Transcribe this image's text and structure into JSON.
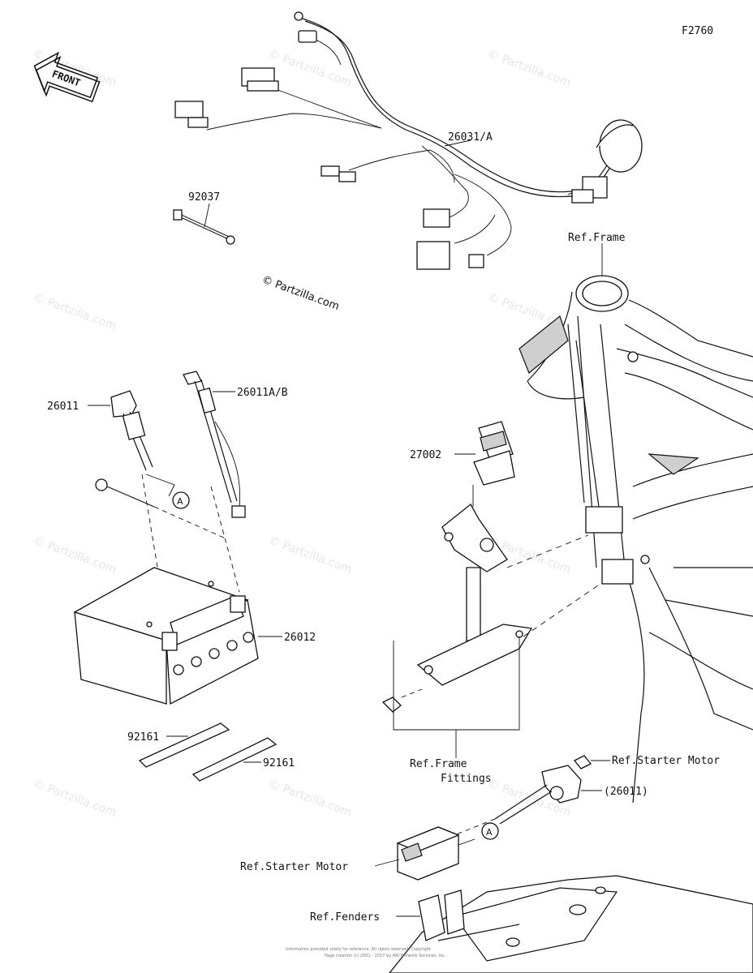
{
  "diagram": {
    "figure_code": "F2760",
    "front_label": "FRONT",
    "copyright": "© Partzilla.com",
    "watermark": "© Partzilla.com",
    "callout_circle": "A"
  },
  "labels": {
    "harness": "26031/A",
    "bolt": "92037",
    "ref_frame": "Ref.Frame",
    "cable_26011": "26011",
    "cable_26011ab": "26011A/B",
    "relay": "27002",
    "battery": "26012",
    "pad_left": "92161",
    "pad_right": "92161",
    "ref_frame_fittings_1": "Ref.Frame",
    "ref_frame_fittings_2": "Fittings",
    "ref_starter_motor_top": "Ref.Starter Motor",
    "cable_26011_paren": "(26011)",
    "ref_starter_motor": "Ref.Starter Motor",
    "ref_fenders": "Ref.Fenders"
  },
  "footer": {
    "line1": "Information provided solely for reference. All rights reserved. Copyright",
    "line2": "Page creation (c) 2001 - 2017 by ARI Network Services, Inc."
  }
}
